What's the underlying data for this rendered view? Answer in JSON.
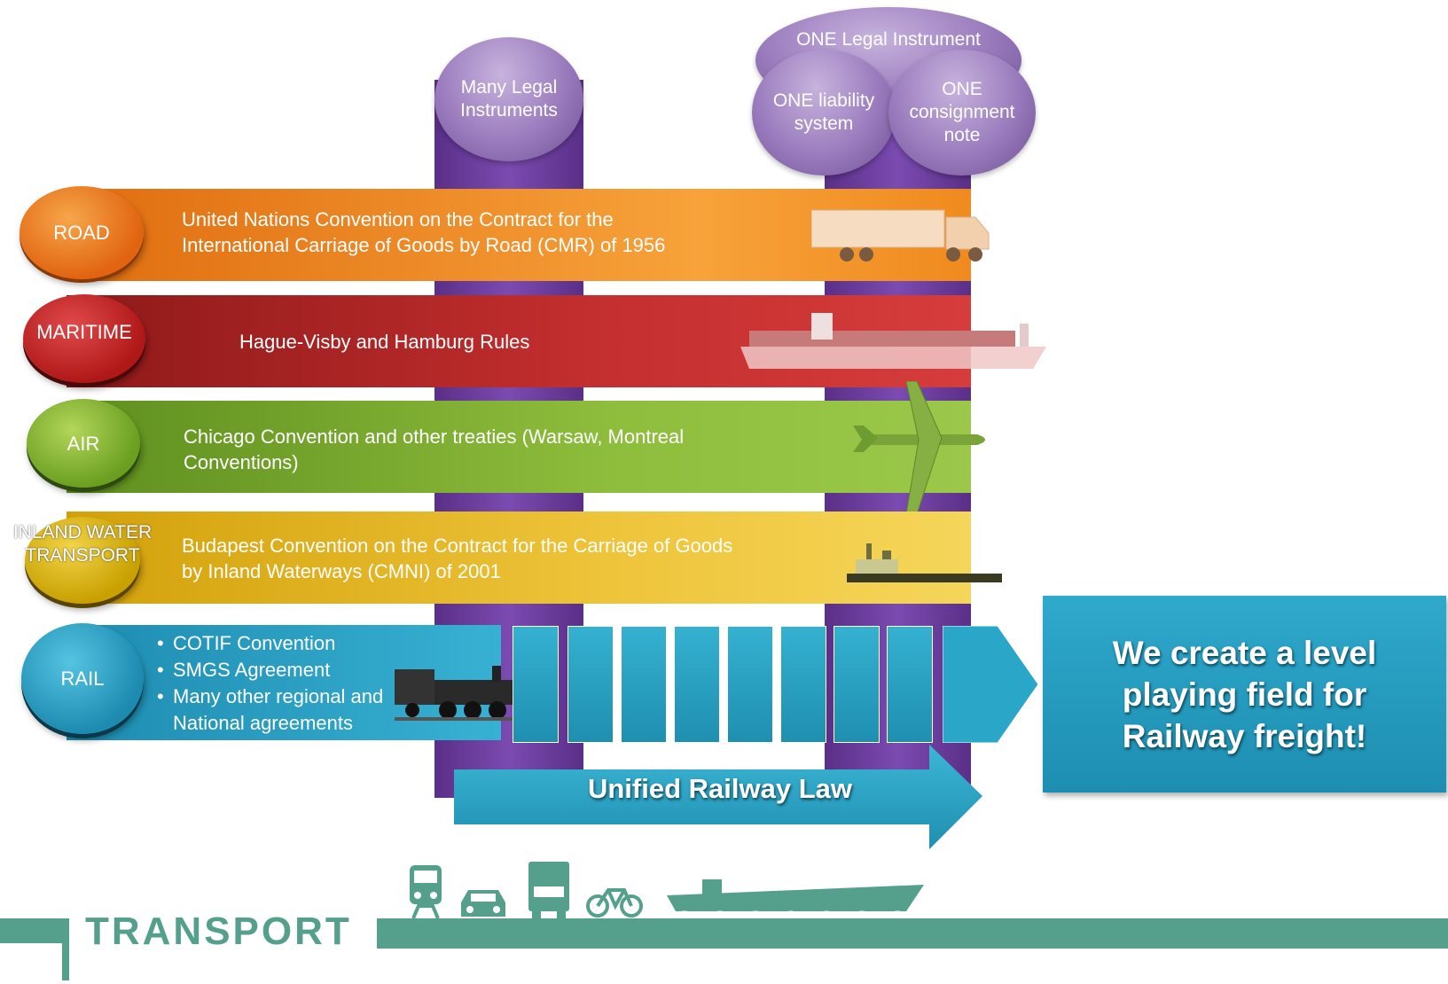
{
  "pillars": {
    "left_label": "Many Legal Instruments",
    "top_label": "ONE Legal Instrument",
    "sub_left": "ONE liability system",
    "sub_right": "ONE consignment note"
  },
  "modes": [
    {
      "label": "ROAD",
      "text": "United Nations Convention on the Contract for the International Carriage of Goods by Road (CMR) of 1956",
      "color_dark": "#e06d10",
      "color_light": "#f7a23a"
    },
    {
      "label": "MARITIME",
      "text": "Hague-Visby and Hamburg Rules",
      "color_dark": "#8e1919",
      "color_light": "#d23a3a"
    },
    {
      "label": "AIR",
      "text": "Chicago Convention and other treaties (Warsaw, Montreal Conventions)",
      "color_dark": "#5e8e1e",
      "color_light": "#9bc84a"
    },
    {
      "label": "INLAND WATER TRANSPORT",
      "text": "Budapest Convention on the Contract for the Carriage of Goods by Inland Waterways (CMNI) of 2001",
      "color_dark": "#d2a00a",
      "color_light": "#f5d65a"
    },
    {
      "label": "RAIL",
      "items": [
        "COTIF Convention",
        "SMGS Agreement",
        "Many other regional and National agreements"
      ],
      "color_dark": "#1e8bb0",
      "color_light": "#37b1d3"
    }
  ],
  "unified_arrow": "Unified Railway Law",
  "result_box": "We create a level playing field for Railway freight!",
  "footer": {
    "title": "TRANSPORT",
    "accent": "#55a08c"
  }
}
